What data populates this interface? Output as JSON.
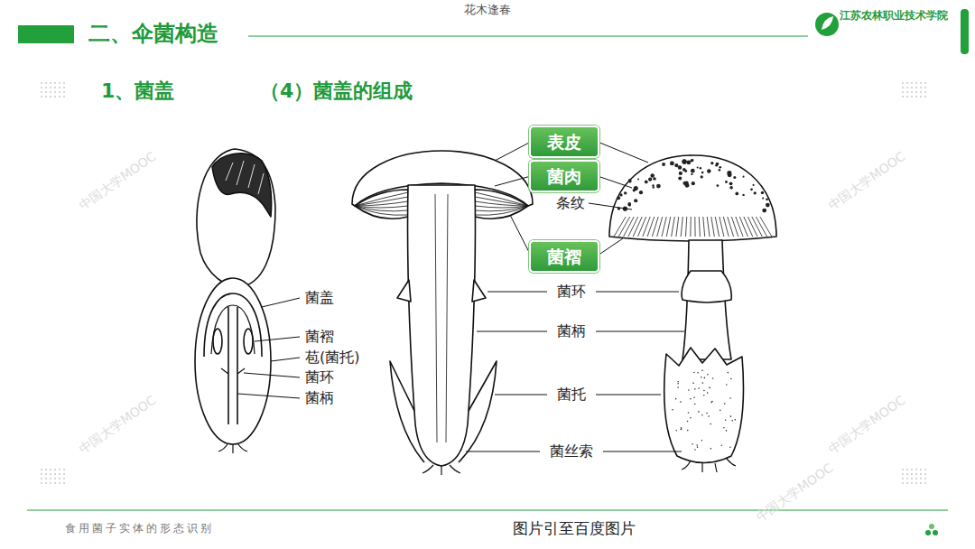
{
  "diagram": {
    "title": "二、伞菌构造",
    "caption": "图片引至百度图片",
    "nodes": [
      {
        "text": [
          "表皮"
        ]
      },
      {
        "text": [
          "菌肉"
        ]
      },
      {
        "text": [
          "菌褶"
        ]
      }
    ],
    "labels": [
      "花木逢春",
      "江苏农林职业技术学院",
      "1、菌盖",
      "（4）菌盖的组成",
      "条纹",
      "菌盖",
      "菌褶",
      "苞(菌托)",
      "菌环",
      "菌柄",
      "菌环",
      "菌柄",
      "菌托",
      "菌丝索",
      "食用菌子实体的形态识别",
      "中国大学MOOC",
      "中国大学MOOC",
      "中国大学MOOC",
      "中国大学MOOC",
      "中国大学MOOC"
    ]
  }
}
